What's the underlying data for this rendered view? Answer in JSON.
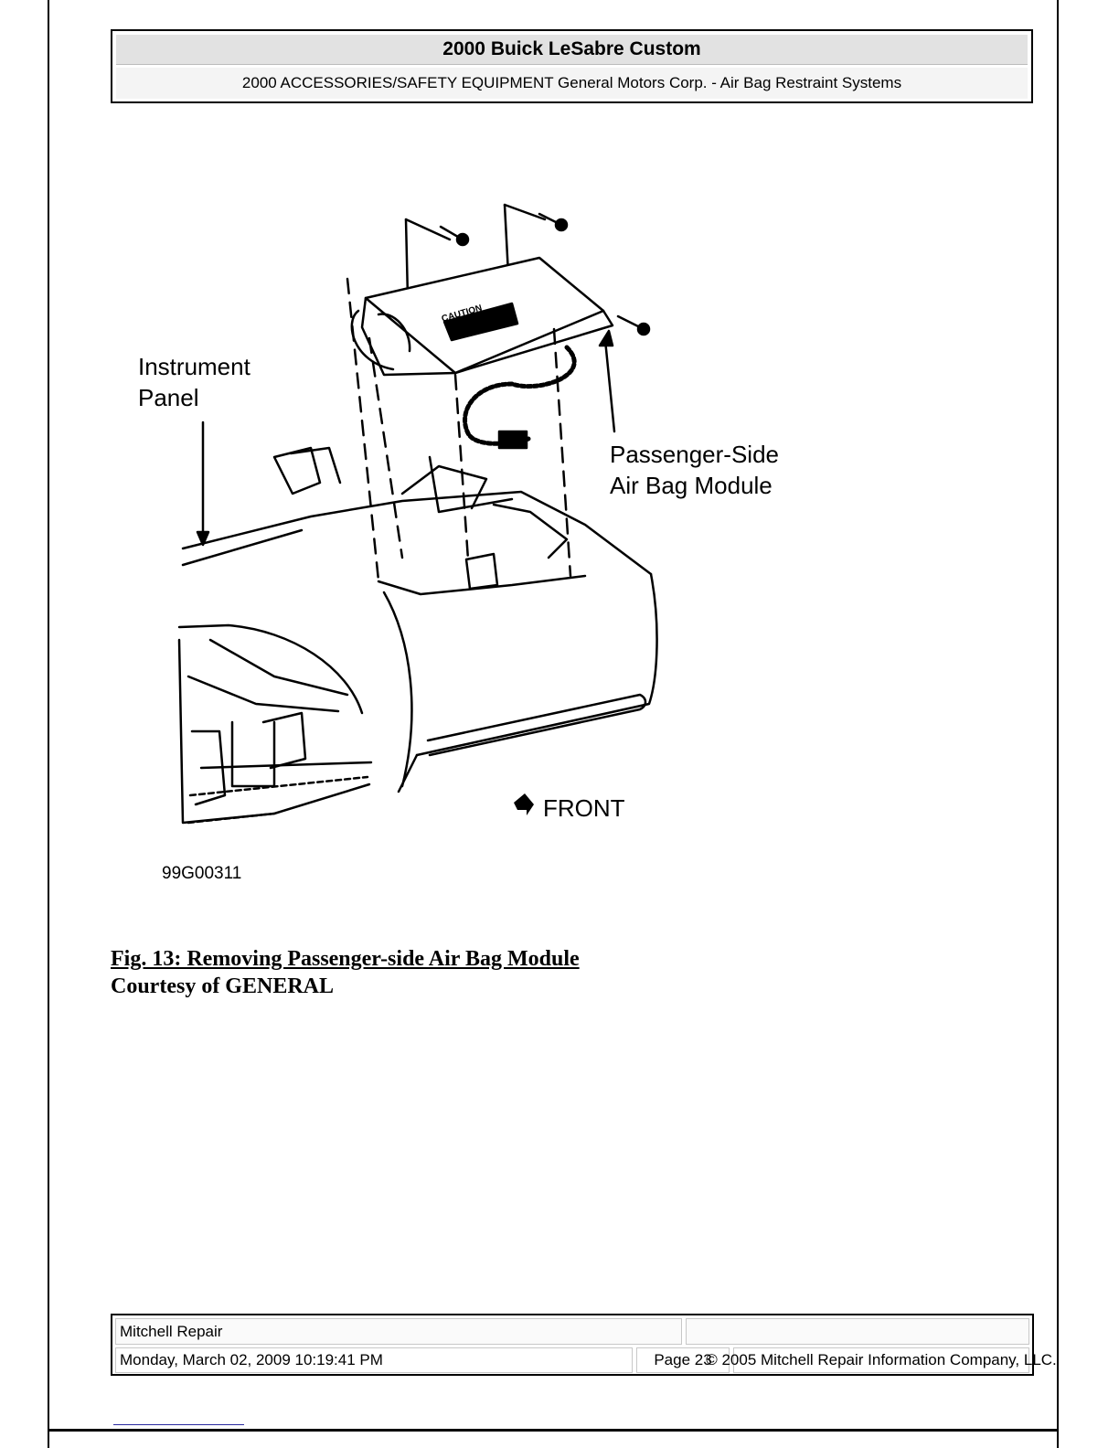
{
  "header": {
    "title": "2000 Buick LeSabre Custom",
    "subtitle": "2000 ACCESSORIES/SAFETY EQUIPMENT General Motors Corp. - Air Bag Restraint Systems"
  },
  "figure": {
    "labels": {
      "instrument_panel_line1": "Instrument",
      "instrument_panel_line2": "Panel",
      "module_line1": "Passenger-Side",
      "module_line2": "Air Bag Module",
      "front": "FRONT",
      "caution_line1": "CAUTION",
      "figure_code": "99G00311"
    }
  },
  "caption": {
    "title": "Fig. 13: Removing Passenger-side Air Bag Module",
    "credit": "Courtesy of GENERAL"
  },
  "footer": {
    "source": "Mitchell Repair",
    "datetime": "Monday, March 02, 2009 10:19:41 PM",
    "page": "Page 23",
    "copyright": "© 2005 Mitchell Repair Information Company, LLC."
  }
}
